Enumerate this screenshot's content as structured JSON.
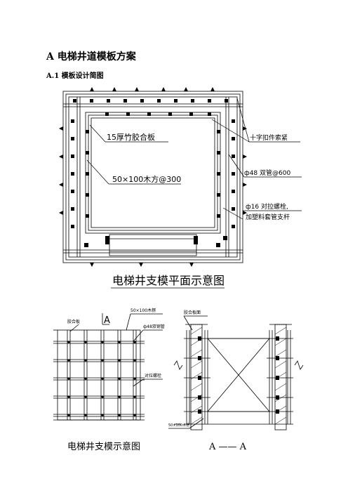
{
  "heading": "A  电梯井道模板方案",
  "subheading": "A.1 模板设计简图",
  "plan": {
    "caption": "电梯井支模平面示意图",
    "callouts": {
      "plywood": "15厚竹胶合板",
      "timber": "50×100木方@300",
      "clamp": "十字扣件索紧",
      "pipe": "ф48 双管@600",
      "bolt_line1": "ф16 对拉螺栓,",
      "bolt_line2": "加塑料套管支杆"
    }
  },
  "elevation": {
    "caption": "电梯井支模示意图",
    "section_mark": "A",
    "labels": {
      "plywood": "胶合板",
      "timber": "50×100木楞",
      "pipe": "ф48双钢管",
      "bolt": "对拉螺栓"
    }
  },
  "section": {
    "caption": "A —— A",
    "labels": {
      "plywood": "胶合板面",
      "timber": "50×100木楞"
    }
  }
}
